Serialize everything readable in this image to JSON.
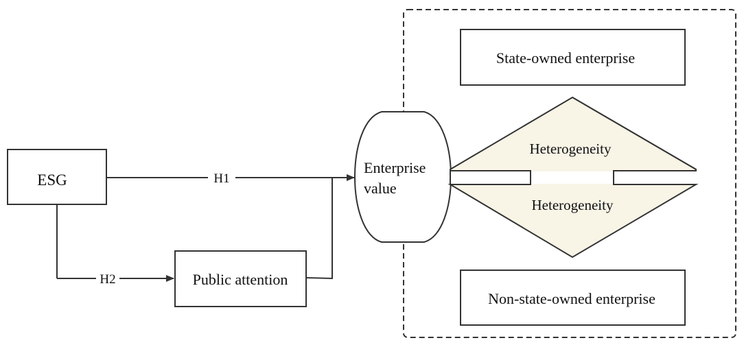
{
  "nodes": {
    "esg": "ESG",
    "public_attention": "Public attention",
    "enterprise_value_line1": "Enterprise",
    "enterprise_value_line2": "value",
    "state_owned": "State-owned enterprise",
    "non_state_owned": "Non-state-owned enterprise"
  },
  "edges": {
    "h1": "H1",
    "h2": "H2"
  },
  "heterogeneity": {
    "top": "Heterogeneity",
    "bottom": "Heterogeneity"
  },
  "colors": {
    "stroke": "#333333",
    "diamond_fill": "#f8f4e6",
    "text": "#111111"
  }
}
